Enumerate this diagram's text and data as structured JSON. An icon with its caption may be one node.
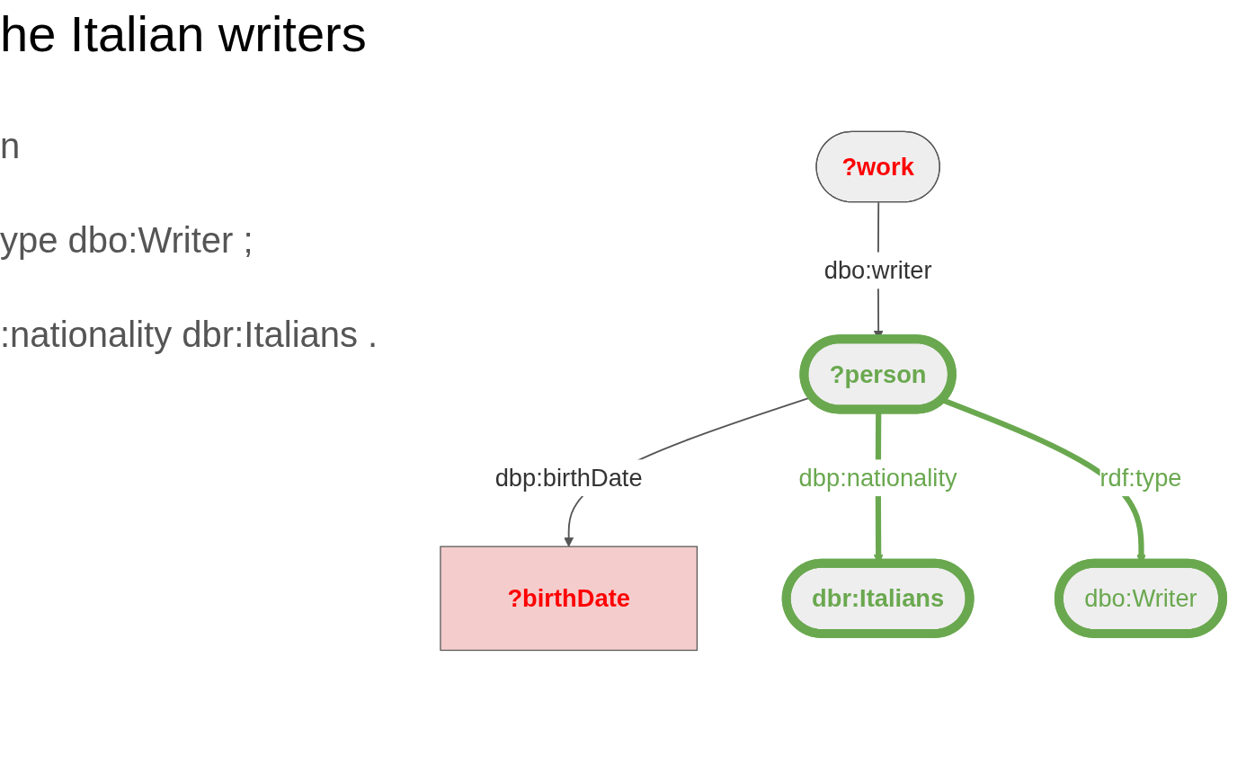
{
  "diagram": {
    "title": "he Italian writers",
    "nodes": [
      {
        "text": [
          "?work"
        ]
      },
      {
        "text": [
          "?birthDate"
        ]
      },
      {
        "text": [
          "?person"
        ]
      },
      {
        "text": [
          "dbr:Italians"
        ]
      },
      {
        "text": [
          "dbo:Writer"
        ]
      }
    ],
    "edges": [
      {
        "from": 0,
        "to": 2,
        "arrow": "to",
        "label": "dbo:writer"
      },
      {
        "from": 2,
        "to": 1,
        "arrow": "to",
        "label": "dbp:birthDate"
      },
      {
        "from": 2,
        "to": 3,
        "arrow": "to",
        "label": "dbp:nationality",
        "style": "thick",
        "color": "#6aa84f"
      },
      {
        "from": 2,
        "to": 4,
        "arrow": "to",
        "label": "rdf:type",
        "style": "thick",
        "color": "#6aa84f"
      }
    ],
    "labels": [
      "n",
      "ype dbo:Writer ;",
      ":nationality dbr:Italians ."
    ]
  }
}
